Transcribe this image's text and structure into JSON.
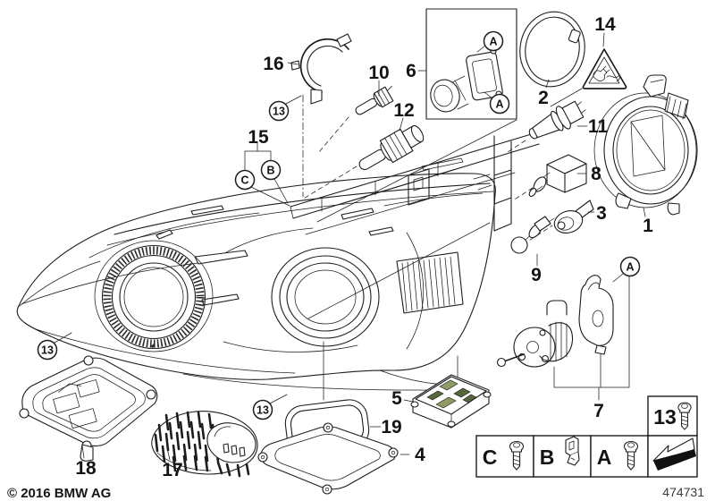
{
  "diagram": {
    "description": "Headlight components exploded parts diagram",
    "copyright": "© 2016 BMW AG",
    "sheet_number": "474731",
    "callouts": {
      "1": "1",
      "2": "2",
      "3": "3",
      "4": "4",
      "5": "5",
      "6": "6",
      "7": "7",
      "8": "8",
      "9": "9",
      "10": "10",
      "11": "11",
      "12": "12",
      "13": "13",
      "14": "14",
      "15": "15",
      "16": "16",
      "17": "17",
      "18": "18",
      "19": "19"
    },
    "letters": {
      "a": "A",
      "b": "B",
      "c": "C"
    },
    "legend": {
      "c_label": "C",
      "b_label": "B",
      "a_label": "A",
      "screw_box_label": "13",
      "icons": {
        "c": "torx-screw-icon",
        "b": "retainer-clip-icon",
        "a": "torx-screw-icon",
        "screw_box": "torx-screw-icon",
        "arrow": "install-direction-arrow-icon"
      }
    },
    "colors": {
      "line": "#1d1d1b",
      "pcb_light": "#b8c19b",
      "pcb_mid": "#8d9a64",
      "pcb_dark": "#55663a"
    }
  }
}
